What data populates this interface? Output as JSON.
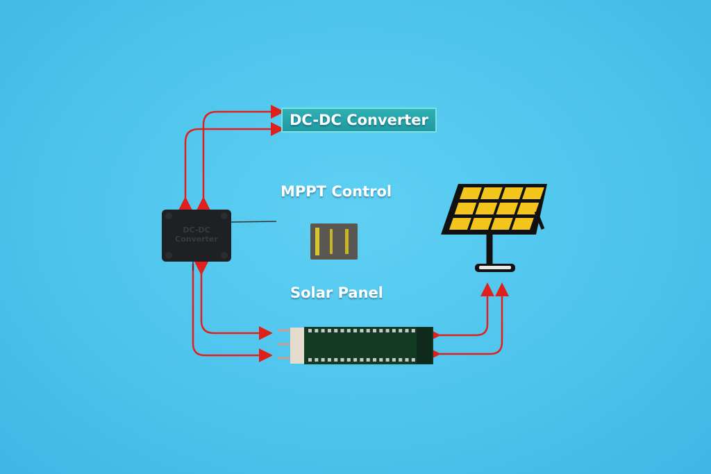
{
  "labels": {
    "dcdc_converter": "DC-DC Converter",
    "mppt_control": "MPPT Control",
    "solar_panel": "Solar Panel"
  },
  "components": {
    "converter_box_print": "DC-DC Converter"
  },
  "colors": {
    "background": "#4cc3ec",
    "arrow": "#e0201c",
    "panel_cell": "#f4c51c",
    "label_bg": "#22a0a6"
  }
}
